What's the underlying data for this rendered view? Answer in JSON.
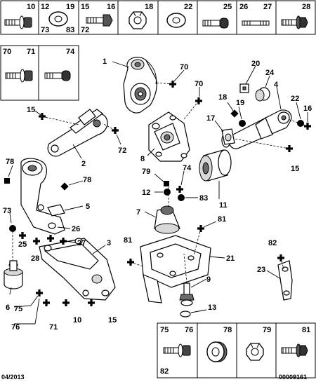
{
  "footer": {
    "date": "04/2013",
    "reference": "00009161"
  },
  "top_legend": [
    {
      "labels": [
        "10"
      ],
      "icon": "bolt-with-washer"
    },
    {
      "labels": [
        "12",
        "19",
        "73",
        "83"
      ],
      "icon": "flat-washer"
    },
    {
      "labels": [
        "15",
        "16",
        "72"
      ],
      "icon": "hex-bolt"
    },
    {
      "labels": [
        "18"
      ],
      "icon": "hex-nut"
    },
    {
      "labels": [
        "22"
      ],
      "icon": "flat-washer"
    },
    {
      "labels": [
        "25"
      ],
      "icon": "socket-bolt"
    },
    {
      "labels": [
        "26",
        "27"
      ],
      "icon": "stud"
    },
    {
      "labels": [
        "28"
      ],
      "icon": "flange-bolt"
    }
  ],
  "left_legend": [
    {
      "labels": [
        "70",
        "71"
      ],
      "icon": "bolt-with-washer"
    },
    {
      "labels": [
        "74"
      ],
      "icon": "socket-bolt"
    }
  ],
  "bottom_legend": [
    {
      "labels": [
        "75",
        "76",
        "82"
      ],
      "icon": "bolt-with-washer"
    },
    {
      "labels": [
        "78"
      ],
      "icon": "thick-washer"
    },
    {
      "labels": [
        "79"
      ],
      "icon": "hex-nut"
    },
    {
      "labels": [
        "81"
      ],
      "icon": "flange-bolt"
    }
  ],
  "callouts": [
    "1",
    "70",
    "70",
    "20",
    "24",
    "18",
    "19",
    "4",
    "22",
    "16",
    "15",
    "17",
    "3",
    "8",
    "72",
    "2",
    "78",
    "78",
    "79",
    "74",
    "12",
    "83",
    "11",
    "5",
    "73",
    "7",
    "81",
    "26",
    "27",
    "25",
    "28",
    "81",
    "21",
    "82",
    "9",
    "23",
    "6",
    "75",
    "76",
    "71",
    "10",
    "15",
    "13",
    "15"
  ]
}
